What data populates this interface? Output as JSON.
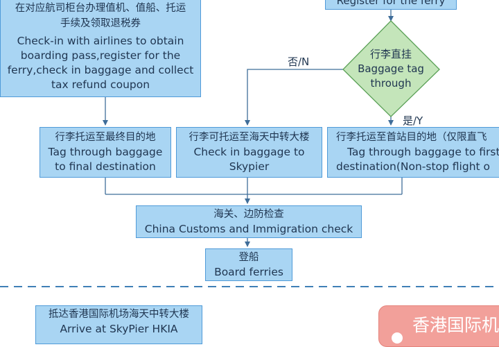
{
  "nodes": {
    "register_ferry": {
      "en": "Register for the ferry"
    },
    "checkin_airlines": {
      "zh": "在对应航司柜台办理值机、值船、托运手续及领取退税券",
      "en1": "Check-in with airlines to obtain",
      "en2": "boarding pass,register for the",
      "en3": "ferry,check in baggage and collect",
      "en4": "tax refund coupon"
    },
    "decision": {
      "zh": "行李直挂",
      "en1": "Baggage tag",
      "en2": "through"
    },
    "no_label": "否/N",
    "yes_label": "是/Y",
    "final_dest": {
      "zh": "行李托运至最终目的地",
      "en1": "Tag through baggage",
      "en2": "to final destination"
    },
    "skypier": {
      "zh": "行李可托运至海天中转大楼",
      "en1": "Check in baggage to",
      "en2": "Skypier"
    },
    "first_stop": {
      "zh": "行李托运至首站目的地（仅限直飞",
      "en1": "Tag through baggage to first",
      "en2": "destination(Non-stop flight o"
    },
    "customs": {
      "zh": "海关、边防检查",
      "en": "China Customs and Immigration check"
    },
    "board": {
      "zh": "登船",
      "en": "Board ferries"
    },
    "arrive": {
      "zh": "抵达香港国际机场海天中转大楼",
      "en": "Arrive at SkyPier HKIA"
    },
    "hk_banner": "香港国际机"
  },
  "colors": {
    "box_fill": "#a9d5f3",
    "box_border": "#4f9ad8",
    "diamond_fill": "#c4e5ba",
    "banner_fill": "#f2a09a",
    "dashed_line": "#3f7fb6"
  }
}
